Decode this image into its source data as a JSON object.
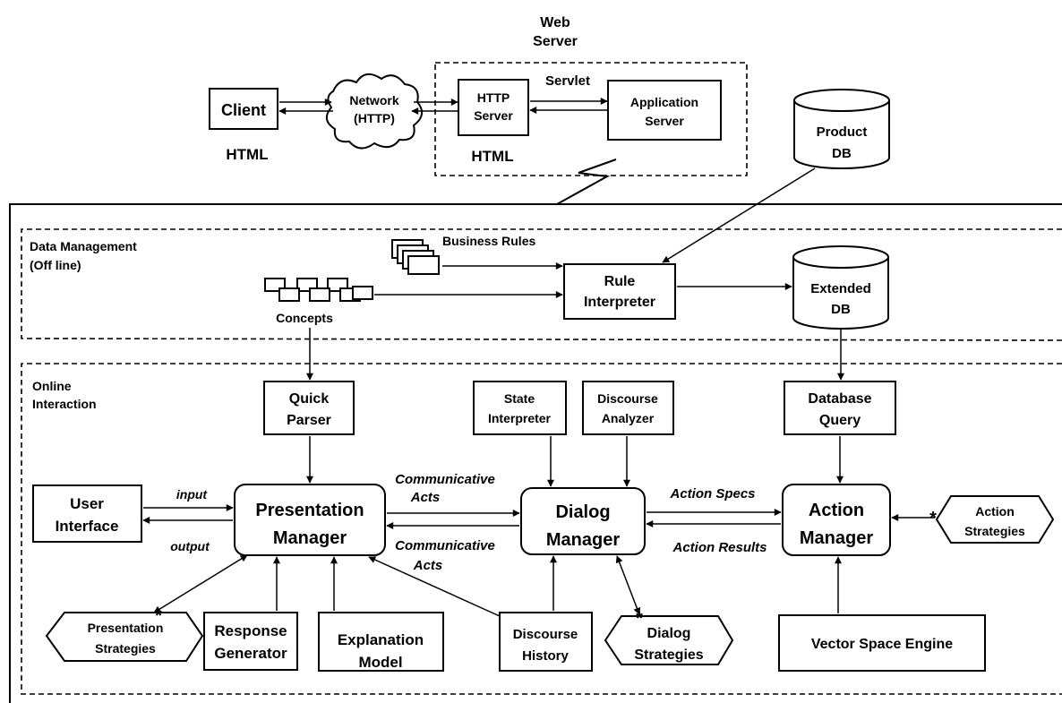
{
  "web_server": {
    "line1": "Web",
    "line2": "Server"
  },
  "client": "Client",
  "network": {
    "line1": "Network",
    "line2": "(HTTP)"
  },
  "http_server": {
    "line1": "HTTP",
    "line2": "Server"
  },
  "servlet": "Servlet",
  "application_server": {
    "line1": "Application",
    "line2": "Server"
  },
  "html_left": "HTML",
  "html_right": "HTML",
  "product_db": {
    "line1": "Product",
    "line2": "DB"
  },
  "data_management": {
    "line1": "Data Management",
    "line2": "(Off line)"
  },
  "business_rules": "Business Rules",
  "concepts": "Concepts",
  "rule_interpreter": {
    "line1": "Rule",
    "line2": "Interpreter"
  },
  "extended_db": {
    "line1": "Extended",
    "line2": "DB"
  },
  "online_interaction": {
    "line1": "Online",
    "line2": "Interaction"
  },
  "quick_parser": {
    "line1": "Quick",
    "line2": "Parser"
  },
  "state_interpreter": {
    "line1": "State",
    "line2": "Interpreter"
  },
  "discourse_analyzer": {
    "line1": "Discourse",
    "line2": "Analyzer"
  },
  "database_query": {
    "line1": "Database",
    "line2": "Query"
  },
  "user_interface": {
    "line1": "User",
    "line2": "Interface"
  },
  "input_label": "input",
  "output_label": "output",
  "presentation_manager": {
    "line1": "Presentation",
    "line2": "Manager"
  },
  "communicative_acts_top": {
    "line1": "Communicative",
    "line2": "Acts"
  },
  "communicative_acts_bottom": {
    "line1": "Communicative",
    "line2": "Acts"
  },
  "dialog_manager": {
    "line1": "Dialog",
    "line2": "Manager"
  },
  "action_specs": "Action Specs",
  "action_results": "Action Results",
  "action_manager": {
    "line1": "Action",
    "line2": "Manager"
  },
  "action_strategies": {
    "line1": "Action",
    "line2": "Strategies"
  },
  "presentation_strategies": {
    "line1": "Presentation",
    "line2": "Strategies"
  },
  "response_generator": {
    "line1": "Response",
    "line2": "Generator"
  },
  "explanation_model": {
    "line1": "Explanation",
    "line2": "Model"
  },
  "discourse_history": {
    "line1": "Discourse",
    "line2": "History"
  },
  "dialog_strategies": {
    "line1": "Dialog",
    "line2": "Strategies"
  },
  "vector_space_engine": "Vector Space Engine"
}
